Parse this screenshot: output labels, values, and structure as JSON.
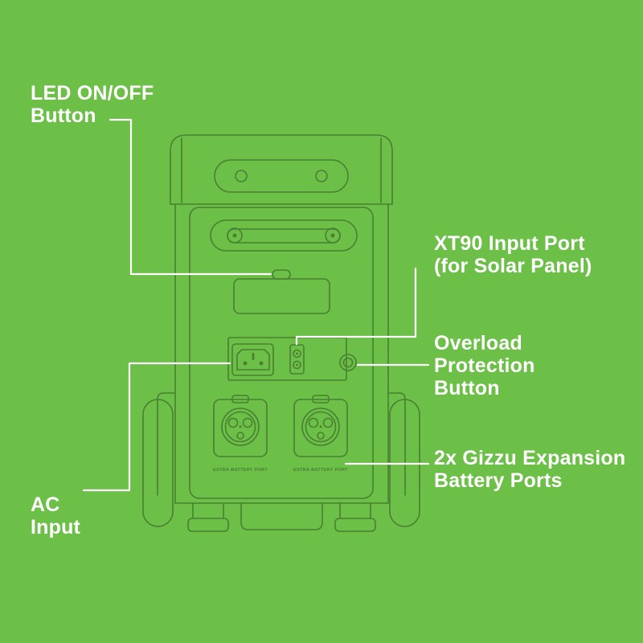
{
  "colors": {
    "background": "#6CBF47",
    "device_line": "#4A8033",
    "callout_line": "#FFFFFF",
    "label_text": "#FFFFFF"
  },
  "callouts": {
    "led_button": {
      "label": "LED ON/OFF\nButton"
    },
    "xt90_port": {
      "label": "XT90 Input Port\n(for Solar Panel)"
    },
    "overload_button": {
      "label": "Overload\nProtection\nButton"
    },
    "expansion_ports": {
      "label": "2x Gizzu Expansion\nBattery Ports"
    },
    "ac_input": {
      "label": "AC\nInput"
    }
  },
  "device": {
    "port_caption": "EXTRA-BATTERY PORT"
  }
}
